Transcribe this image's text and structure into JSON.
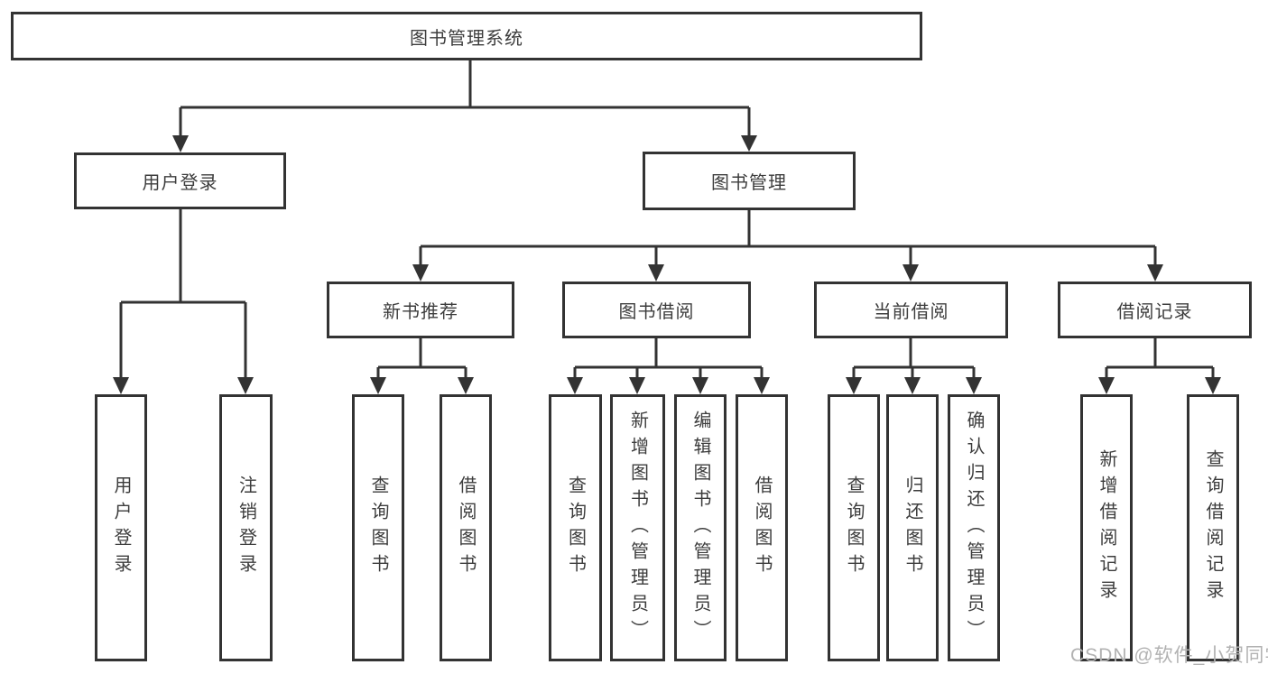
{
  "tree": {
    "root": {
      "label": "图书管理系统"
    },
    "branches": [
      {
        "label": "用户登录",
        "leaves": [
          {
            "label": "用户登录"
          },
          {
            "label": "注销登录"
          }
        ]
      },
      {
        "label": "图书管理",
        "sections": [
          {
            "label": "新书推荐",
            "leaves": [
              {
                "label": "查询图书"
              },
              {
                "label": "借阅图书"
              }
            ]
          },
          {
            "label": "图书借阅",
            "leaves": [
              {
                "label": "查询图书"
              },
              {
                "label": "新增图书（管理员）"
              },
              {
                "label": "编辑图书（管理员）"
              },
              {
                "label": "借阅图书"
              }
            ]
          },
          {
            "label": "当前借阅",
            "leaves": [
              {
                "label": "查询图书"
              },
              {
                "label": "归还图书"
              },
              {
                "label": "确认归还（管理员）"
              }
            ]
          },
          {
            "label": "借阅记录",
            "leaves": [
              {
                "label": "新增借阅记录"
              },
              {
                "label": "查询借阅记录"
              }
            ]
          }
        ]
      }
    ]
  },
  "watermark": {
    "text": "CSDN @软件_小贺同学"
  },
  "colors": {
    "line": "#333333",
    "text": "#3d3d3d",
    "watermark": "#b2b2b2",
    "background": "#ffffff"
  }
}
